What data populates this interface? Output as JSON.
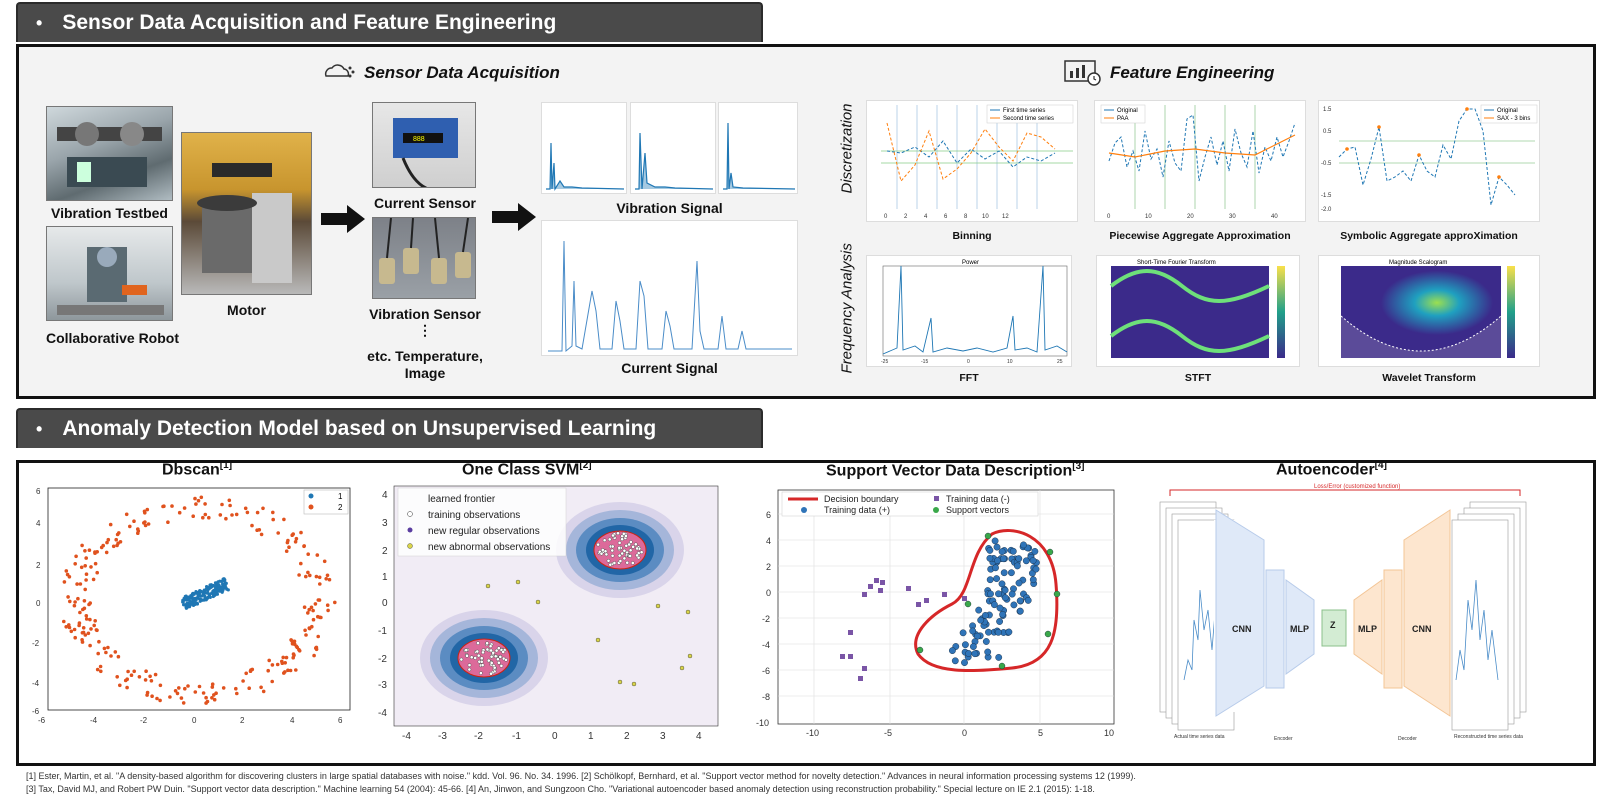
{
  "section1": {
    "bullet": "•",
    "title": "Sensor Data Acquisition and Feature Engineering"
  },
  "section2": {
    "bullet": "•",
    "title": "Anomaly Detection Model based on Unsupervised Learning"
  },
  "acquisition": {
    "title": "Sensor Data Acquisition",
    "vibration_testbed": "Vibration Testbed",
    "collaborative_robot": "Collaborative Robot",
    "motor": "Motor",
    "current_sensor": "Current Sensor",
    "vibration_sensor": "Vibration Sensor",
    "ellipsis": "⋮",
    "etc_line1": "etc. Temperature,",
    "etc_line2": "Image",
    "vibration_signal": "Vibration Signal",
    "current_signal": "Current Signal"
  },
  "feature": {
    "title": "Feature Engineering",
    "discretization": "Discretization",
    "frequency_analysis": "Frequency Analysis",
    "binning": "Binning",
    "paa": "Piecewise Aggregate Approximation",
    "sax": "Symbolic Aggregate approXimation",
    "fft": "FFT",
    "stft": "STFT",
    "wavelet": "Wavelet Transform",
    "binning_legend": [
      "First time series",
      "Second time series"
    ],
    "paa_legend": [
      "Original",
      "PAA"
    ],
    "sax_legend": [
      "Original",
      "SAX - 3 bins"
    ],
    "fft_title": "Power",
    "stft_title": "Short-Time Fourier Transform",
    "wavelet_title": "Magnitude Scalogram"
  },
  "anomaly": {
    "dbscan": {
      "title": "Dbscan",
      "ref": "[1]",
      "legend": [
        "1",
        "2"
      ],
      "xticks": [
        "-6",
        "-4",
        "-2",
        "0",
        "2",
        "4",
        "6"
      ],
      "yticks": [
        "6",
        "4",
        "2",
        "0",
        "-2",
        "-4",
        "-6"
      ]
    },
    "ocsvm": {
      "title": "One Class SVM",
      "ref": "[2]",
      "legend": [
        "learned frontier",
        "training observations",
        "new regular observations",
        "new abnormal observations"
      ],
      "xticks": [
        "-4",
        "-3",
        "-2",
        "-1",
        "0",
        "1",
        "2",
        "3",
        "4"
      ],
      "yticks": [
        "4",
        "3",
        "2",
        "1",
        "0",
        "-1",
        "-2",
        "-3",
        "-4"
      ]
    },
    "svdd": {
      "title": "Support Vector Data Description",
      "ref": "[3]",
      "legend": [
        "Decision boundary",
        "Training data (-)",
        "Training data (+)",
        "Support vectors"
      ],
      "xticks": [
        "-10",
        "-5",
        "0",
        "5",
        "10"
      ],
      "yticks": [
        "6",
        "4",
        "2",
        "0",
        "-2",
        "-4",
        "-6",
        "-8",
        "-10"
      ]
    },
    "autoencoder": {
      "title": "Autoencoder",
      "ref": "[4]",
      "loss": "Loss/Error (customized function)",
      "cnn": "CNN",
      "mlp": "MLP",
      "z": "Z",
      "encoder": "Encoder",
      "decoder": "Decoder",
      "actual": "Actual time series data",
      "reconstructed": "Reconstructed time series data"
    }
  },
  "footnotes": [
    "[1] Ester, Martin, et al. \"A density-based algorithm for discovering clusters in large spatial databases with noise.\" kdd. Vol. 96. No. 34. 1996. [2] Schölkopf, Bernhard, et al. \"Support vector method for novelty detection.\" Advances in neural information processing systems 12 (1999).",
    "[3] Tax, David MJ, and Robert PW Duin. \"Support vector data description.\" Machine learning 54 (2004): 45-66. [4] An, Jinwon, and Sungzoon Cho. \"Variational autoencoder based anomaly detection using reconstruction probability.\" Special lecture on IE 2.1 (2015): 1-18."
  ],
  "colors": {
    "banner": "#4a4a4a",
    "blue": "#1f77b4",
    "orange": "#ff7f0e",
    "red": "#d62728"
  }
}
